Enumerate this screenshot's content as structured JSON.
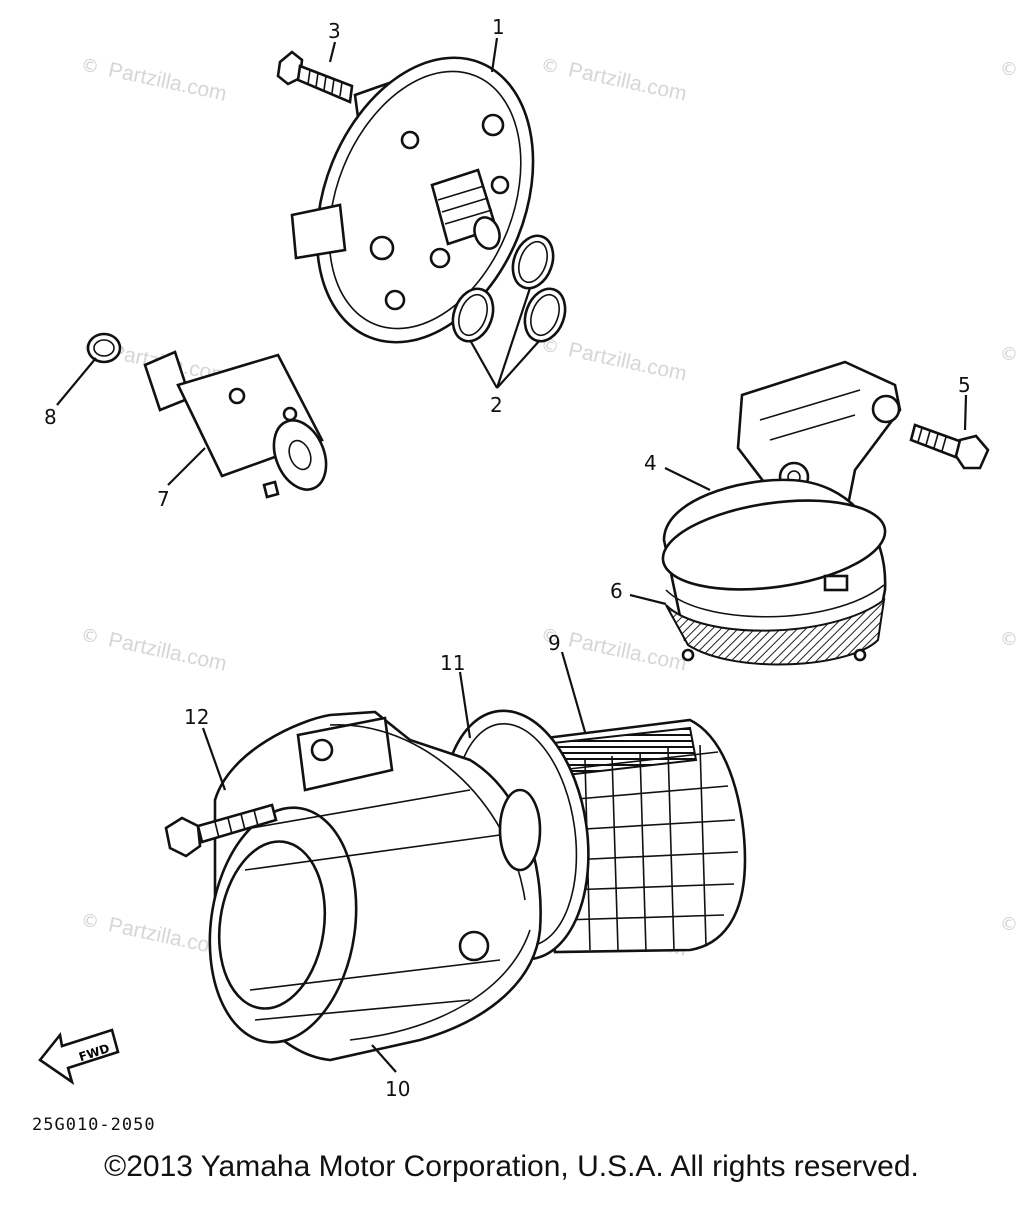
{
  "diagram": {
    "callouts": [
      {
        "id": "1",
        "label": "1"
      },
      {
        "id": "2",
        "label": "2"
      },
      {
        "id": "3",
        "label": "3"
      },
      {
        "id": "4",
        "label": "4"
      },
      {
        "id": "5",
        "label": "5"
      },
      {
        "id": "6",
        "label": "6"
      },
      {
        "id": "7",
        "label": "7"
      },
      {
        "id": "8",
        "label": "8"
      },
      {
        "id": "9",
        "label": "9"
      },
      {
        "id": "10",
        "label": "10"
      },
      {
        "id": "11",
        "label": "11"
      },
      {
        "id": "12",
        "label": "12"
      }
    ],
    "watermark_text": "Partzilla.com",
    "watermark_symbol": "©",
    "arrow_label": "FWD",
    "drawing_code": "25G010-2050"
  },
  "footer": {
    "copyright": "©2013 Yamaha Motor Corporation, U.S.A. All rights reserved."
  }
}
